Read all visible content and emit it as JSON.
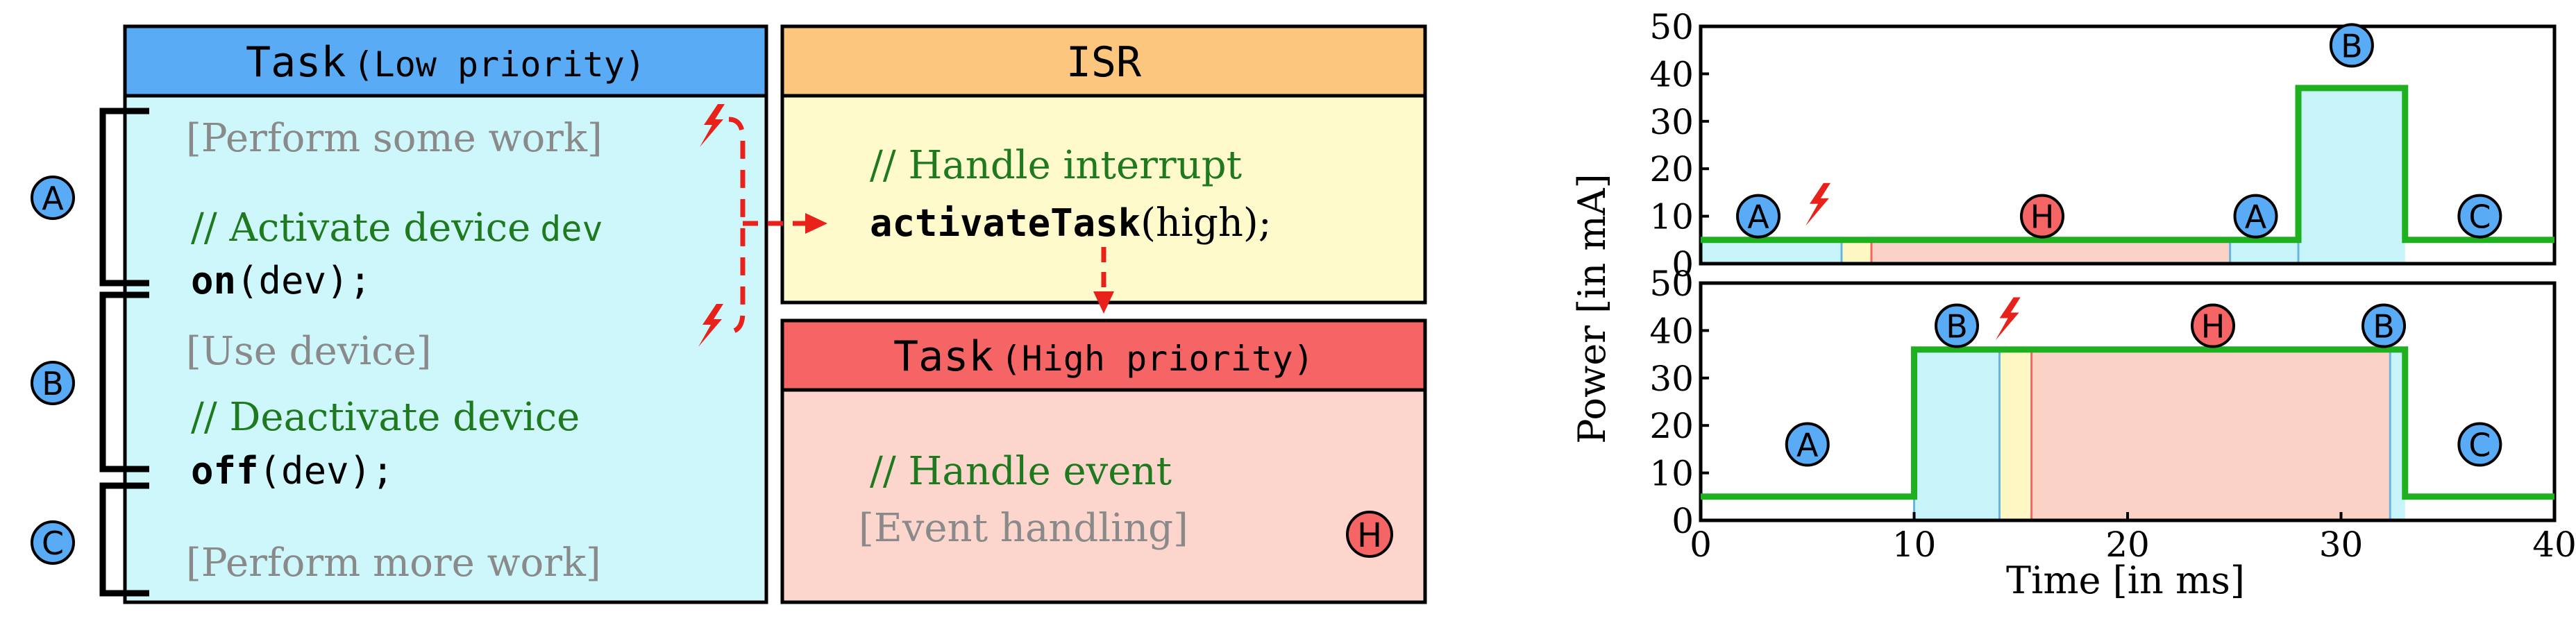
{
  "colors": {
    "task_low_header": "#5aabf5",
    "task_low_body": "#cdf7fb",
    "isr_header": "#fcc67e",
    "isr_body": "#fffacb",
    "task_high_header": "#f66565",
    "task_high_body": "#fcd6cd",
    "badge_blue": "#5aabf5",
    "badge_red": "#f66565",
    "comment_green": "#1f7a1f",
    "placeholder_gray": "#8a8a8a",
    "arrow_red": "#e8211a",
    "power_line": "#1fb01f",
    "fill_cyan": "#c6f4f8",
    "fill_yellow": "#fdf7c4",
    "fill_pink": "#fbd2c6"
  },
  "task_low": {
    "title_name": "Task",
    "title_paren": "(Low priority)",
    "line_perform_work": "[Perform some work]",
    "comment_activate_text": "// Activate device",
    "comment_activate_code": "dev",
    "call_on_fn": "on",
    "call_on_args": "(dev);",
    "line_use_device": "[Use device]",
    "comment_deactivate": "// Deactivate device",
    "call_off_fn": "off",
    "call_off_args": "(dev);",
    "line_more_work": "[Perform more work]"
  },
  "isr": {
    "title": "ISR",
    "comment": "// Handle interrupt",
    "call_fn": "activateTask",
    "call_args": "(high);"
  },
  "task_high": {
    "title_name": "Task",
    "title_paren": "(High priority)",
    "comment": "// Handle event",
    "line_event": "[Event handling]",
    "badge": "H"
  },
  "phase_badges": {
    "a": "A",
    "b": "B",
    "c": "C"
  },
  "chart_data": [
    {
      "type": "area",
      "ylabel": "Power [in mA]",
      "ylim": [
        0,
        50
      ],
      "xlim": [
        0,
        40
      ],
      "y_ticks": [
        "0",
        "10",
        "20",
        "30",
        "40",
        "50"
      ],
      "x": [
        0,
        28,
        28,
        33,
        33,
        40
      ],
      "y": [
        5,
        5,
        37,
        37,
        5,
        5
      ],
      "regions": [
        {
          "from": 0,
          "to": 6.6,
          "fill": "cyan"
        },
        {
          "from": 6.6,
          "to": 8.0,
          "fill": "yellow"
        },
        {
          "from": 8.0,
          "to": 24.8,
          "fill": "pink"
        },
        {
          "from": 24.8,
          "to": 28,
          "fill": "cyan"
        },
        {
          "from": 28,
          "to": 33,
          "fill": "cyan"
        }
      ],
      "annotations": [
        {
          "label": "A",
          "x": 2.7,
          "y": 10,
          "color": "blue"
        },
        {
          "label": "H",
          "x": 16,
          "y": 10,
          "color": "red"
        },
        {
          "label": "A",
          "x": 26,
          "y": 10,
          "color": "blue"
        },
        {
          "label": "B",
          "x": 30.5,
          "y": 46,
          "color": "blue"
        },
        {
          "label": "C",
          "x": 36.5,
          "y": 10,
          "color": "blue"
        }
      ],
      "interrupt_x": 5.3
    },
    {
      "type": "area",
      "ylim": [
        0,
        50
      ],
      "xlim": [
        0,
        40
      ],
      "xlabel": "Time [in ms]",
      "x_ticks": [
        "0",
        "10",
        "20",
        "30",
        "40"
      ],
      "y_ticks": [
        "0",
        "10",
        "20",
        "30",
        "40",
        "50"
      ],
      "x": [
        0,
        10,
        10,
        33,
        33,
        40
      ],
      "y": [
        5,
        5,
        36,
        36,
        5,
        5
      ],
      "regions": [
        {
          "from": 10,
          "to": 14,
          "fill": "cyan"
        },
        {
          "from": 14,
          "to": 15.5,
          "fill": "yellow"
        },
        {
          "from": 15.5,
          "to": 32.3,
          "fill": "pink"
        },
        {
          "from": 32.3,
          "to": 33,
          "fill": "cyan"
        }
      ],
      "annotations": [
        {
          "label": "A",
          "x": 5,
          "y": 16,
          "color": "blue"
        },
        {
          "label": "B",
          "x": 12,
          "y": 41,
          "color": "blue"
        },
        {
          "label": "H",
          "x": 24,
          "y": 41,
          "color": "red"
        },
        {
          "label": "B",
          "x": 32,
          "y": 41,
          "color": "blue"
        },
        {
          "label": "C",
          "x": 36.5,
          "y": 16,
          "color": "blue"
        }
      ],
      "interrupt_x": 14.2
    }
  ]
}
